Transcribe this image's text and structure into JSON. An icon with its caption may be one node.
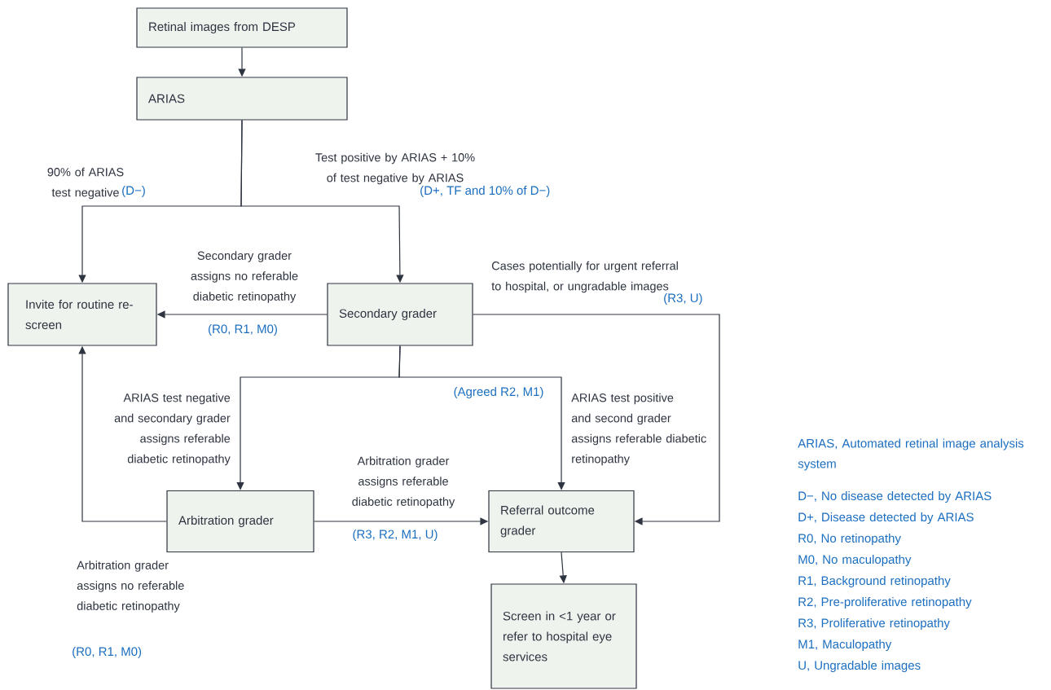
{
  "diagram": {
    "nodes": [
      {
        "text": [
          "Retinal images from DESP"
        ]
      },
      {
        "text": [
          "ARIAS"
        ]
      },
      {
        "text": [
          "Invite for routine re-screen"
        ]
      },
      {
        "text": [
          "Secondary grader"
        ]
      },
      {
        "text": [
          "Arbitration grader"
        ]
      },
      {
        "text": [
          "Referral outcome grader"
        ]
      },
      {
        "text": [
          "Screen in <1 year or refer to hospital eye services"
        ]
      }
    ],
    "edges": [
      {
        "from": 0,
        "to": 1,
        "arrow": "to"
      },
      {
        "from": 1,
        "to": 2,
        "arrow": "to",
        "label": "90% of ARIAS test negative"
      },
      {
        "from": 1,
        "to": 3,
        "arrow": "to",
        "label": "Test positive by ARIAS + 10% of test negative by ARIAS"
      },
      {
        "from": 3,
        "to": 2,
        "arrow": "to",
        "label": "Secondary grader assigns no referable diabetic retinopathy"
      },
      {
        "from": 3,
        "to": 5,
        "arrow": "to",
        "label": "Cases potentially for urgent referral to hospital, or ungradable images"
      },
      {
        "from": 3,
        "to": 4,
        "arrow": "to",
        "label": "ARIAS test negative and secondary grader assigns referable diabetic retinopathy"
      },
      {
        "from": 3,
        "to": 5,
        "arrow": "to",
        "label": "ARIAS test positive and second grader assigns referable diabetic retinopathy"
      },
      {
        "from": 4,
        "to": 5,
        "arrow": "to",
        "label": "Arbitration grader assigns referable diabetic retinopathy"
      },
      {
        "from": 4,
        "to": 2,
        "arrow": "to",
        "label": "Arbitration grader assigns no referable diabetic retinopathy"
      },
      {
        "from": 5,
        "to": 6,
        "arrow": "to"
      }
    ],
    "labels": [
      "(D−)",
      "(D+, TF and 10% of D−)",
      "(R3, U)",
      "(R0, R1, M0)",
      "(Agreed R2, M1)",
      "(R3, R2, M1, U)",
      "(R0, R1, M0)",
      "ARIAS, Automated retinal image analysis system",
      "D−, No disease detected by ARIAS",
      "D+, Disease detected by ARIAS",
      "R0, No retinopathy",
      "M0, No maculopathy",
      "R1, Background retinopathy",
      "R2, Pre-proliferative retinopathy",
      "R3, Proliferative retinopathy",
      "M1, Maculopathy",
      "U, Ungradable images"
    ]
  }
}
